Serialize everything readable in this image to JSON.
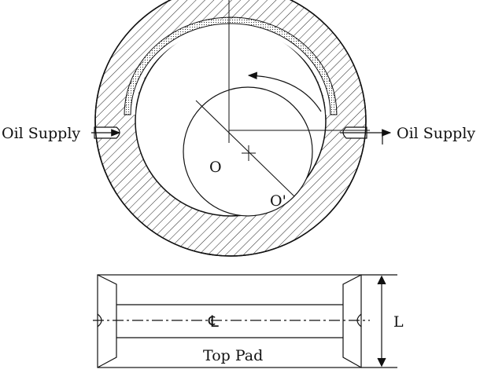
{
  "labels": {
    "oil_supply_left": "Oil Supply",
    "oil_supply_right": "Oil Supply",
    "journal_center": "O",
    "bearing_center": "O'",
    "centerline": "℄",
    "length": "L",
    "pad_name": "Top Pad"
  },
  "colors": {
    "line": "#111111",
    "hatch": "#222222",
    "background": "#ffffff"
  }
}
